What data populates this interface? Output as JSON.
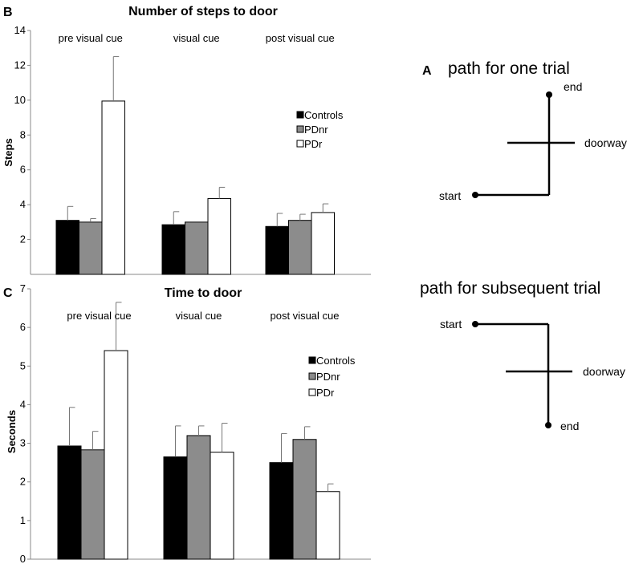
{
  "colors": {
    "Controls": "#000000",
    "PDnr": "#8c8c8c",
    "PDr": "#ffffff",
    "axis": "#8a8a8a",
    "bar_stroke": "#000000",
    "error": "#777777",
    "path_line": "#000000"
  },
  "chart_data": [
    {
      "type": "bar",
      "panel": "B",
      "title": "Number of steps to door",
      "ylabel": "Steps",
      "xlabel": "",
      "ylim": [
        0,
        14
      ],
      "ytick_values": [
        2,
        4,
        6,
        8,
        10,
        12,
        14
      ],
      "ytick_labels": [
        "2",
        "4",
        "6",
        "8",
        "10",
        "12",
        "14"
      ],
      "categories": [
        "pre visual cue",
        "visual cue",
        "post visual cue"
      ],
      "legend_placement": "right",
      "grid": false,
      "series": [
        {
          "name": "Controls",
          "values": [
            3.1,
            2.85,
            2.75
          ],
          "errors": [
            0.8,
            0.75,
            0.75
          ]
        },
        {
          "name": "PDnr",
          "values": [
            3.0,
            3.0,
            3.1
          ],
          "errors": [
            0.2,
            0.0,
            0.35
          ]
        },
        {
          "name": "PDr",
          "values": [
            9.95,
            4.35,
            3.55
          ],
          "errors": [
            2.55,
            0.65,
            0.5
          ]
        }
      ]
    },
    {
      "type": "bar",
      "panel": "C",
      "title": "Time to door",
      "ylabel": "Seconds",
      "xlabel": "",
      "ylim": [
        0,
        7
      ],
      "ytick_values": [
        0,
        1,
        2,
        3,
        4,
        5,
        6,
        7
      ],
      "ytick_labels": [
        "0",
        "1",
        "2",
        "3",
        "4",
        "5",
        "6",
        "7"
      ],
      "categories": [
        "pre visual cue",
        "visual cue",
        "post visual cue"
      ],
      "legend_placement": "right",
      "grid": false,
      "series": [
        {
          "name": "Controls",
          "values": [
            2.93,
            2.65,
            2.5
          ],
          "errors": [
            1.0,
            0.8,
            0.75
          ]
        },
        {
          "name": "PDnr",
          "values": [
            2.83,
            3.2,
            3.1
          ],
          "errors": [
            0.48,
            0.25,
            0.33
          ]
        },
        {
          "name": "PDr",
          "values": [
            5.4,
            2.77,
            1.75
          ],
          "errors": [
            1.25,
            0.75,
            0.2
          ]
        }
      ]
    }
  ],
  "diagram": {
    "panel": "A",
    "path1": {
      "title": "path for one trial",
      "start": "start",
      "doorway": "doorway",
      "end": "end"
    },
    "path2": {
      "title": "path for subsequent trial",
      "start": "start",
      "doorway": "doorway",
      "end": "end"
    }
  }
}
